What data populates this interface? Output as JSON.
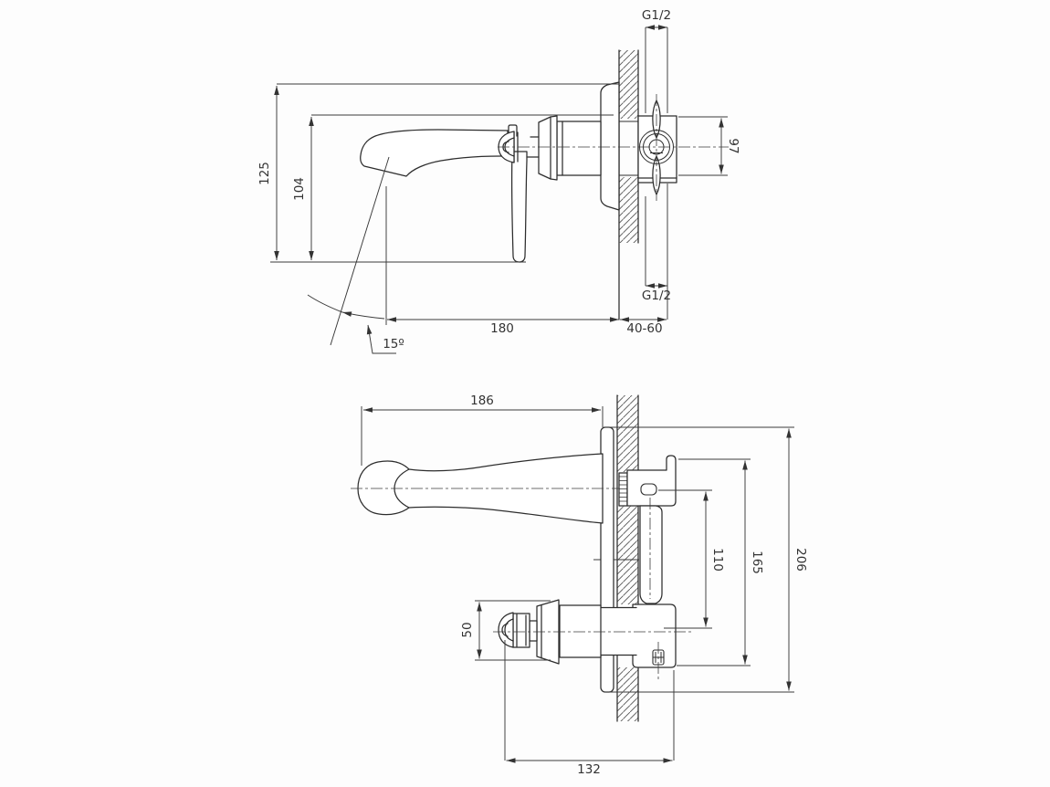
{
  "drawing": {
    "type": "technical-drawing",
    "subject": "wall-mounted basin mixer tap, two orthographic views",
    "colors": {
      "line": "#2d2d2d",
      "dimension": "#3a3a3a",
      "background": "#fdfdfd"
    }
  },
  "dims": {
    "top": {
      "thread_top": "G1/2",
      "valve_height": "97",
      "overall_height": "125",
      "spout_height": "104",
      "spout_reach": "180",
      "wall_depth": "40-60",
      "thread_bottom": "G1/2",
      "spout_angle": "15º"
    },
    "bottom": {
      "spout_reach": "186",
      "axis_distance": "110",
      "valve_span": "165",
      "overall_depth": "206",
      "handle_width": "50",
      "handle_length": "132"
    }
  }
}
